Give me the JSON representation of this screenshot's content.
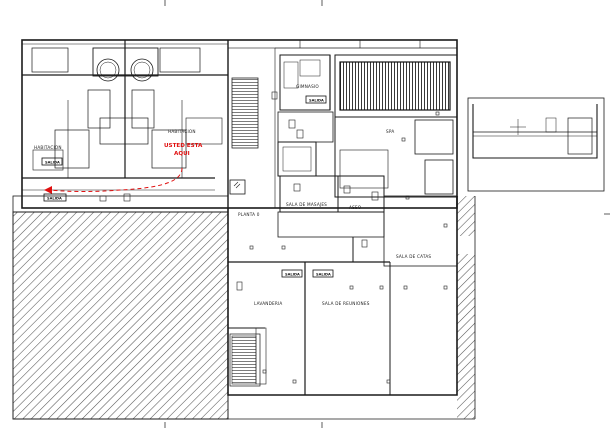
{
  "plan": {
    "you_are_here": [
      "USTED ESTA",
      "AQUI"
    ],
    "exit_label": "SALIDA",
    "rooms": {
      "habitacion_left": "HABITACION",
      "habitacion_right": "HABITACION",
      "gimnasio": "GIMNASIO",
      "spa": "SPA",
      "sala_masajes": "SALA DE MASAJES",
      "aseo": "ASEO",
      "planta": "PLANTA 0",
      "sala_catas": "SALA DE CATAS",
      "lavanderia": "LAVANDERIA",
      "sala_reuniones": "SALA DE REUNIONES"
    },
    "colors": {
      "walls": "#1a1a1a",
      "route": "#e01010",
      "hatch": "#555555",
      "exit_box": "#111111"
    }
  }
}
